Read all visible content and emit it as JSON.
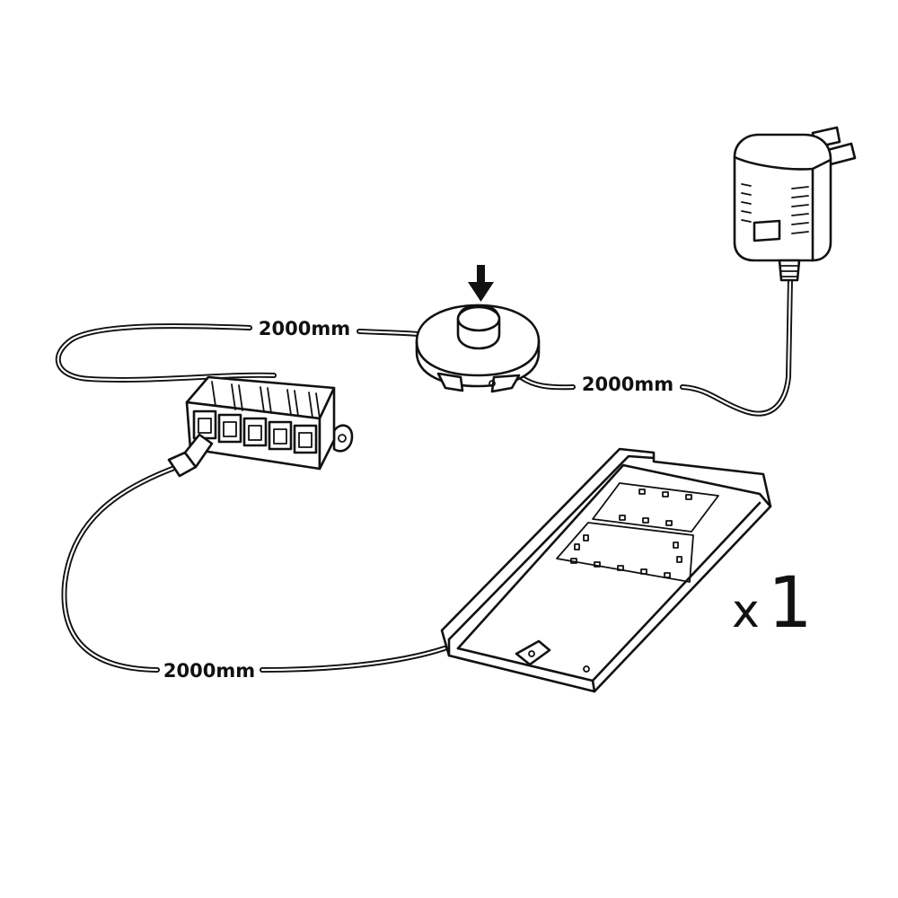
{
  "cable_lengths": {
    "switch_to_splitter": "2000mm",
    "switch_to_adapter": "2000mm",
    "splitter_to_light": "2000mm"
  },
  "quantity": {
    "prefix": "x",
    "count": "1"
  },
  "icons": {
    "adapter": "power-adapter-icon",
    "switch": "foot-switch-icon",
    "splitter": "distributor-block-icon",
    "light": "led-panel-light-icon",
    "press": "down-arrow-icon"
  }
}
